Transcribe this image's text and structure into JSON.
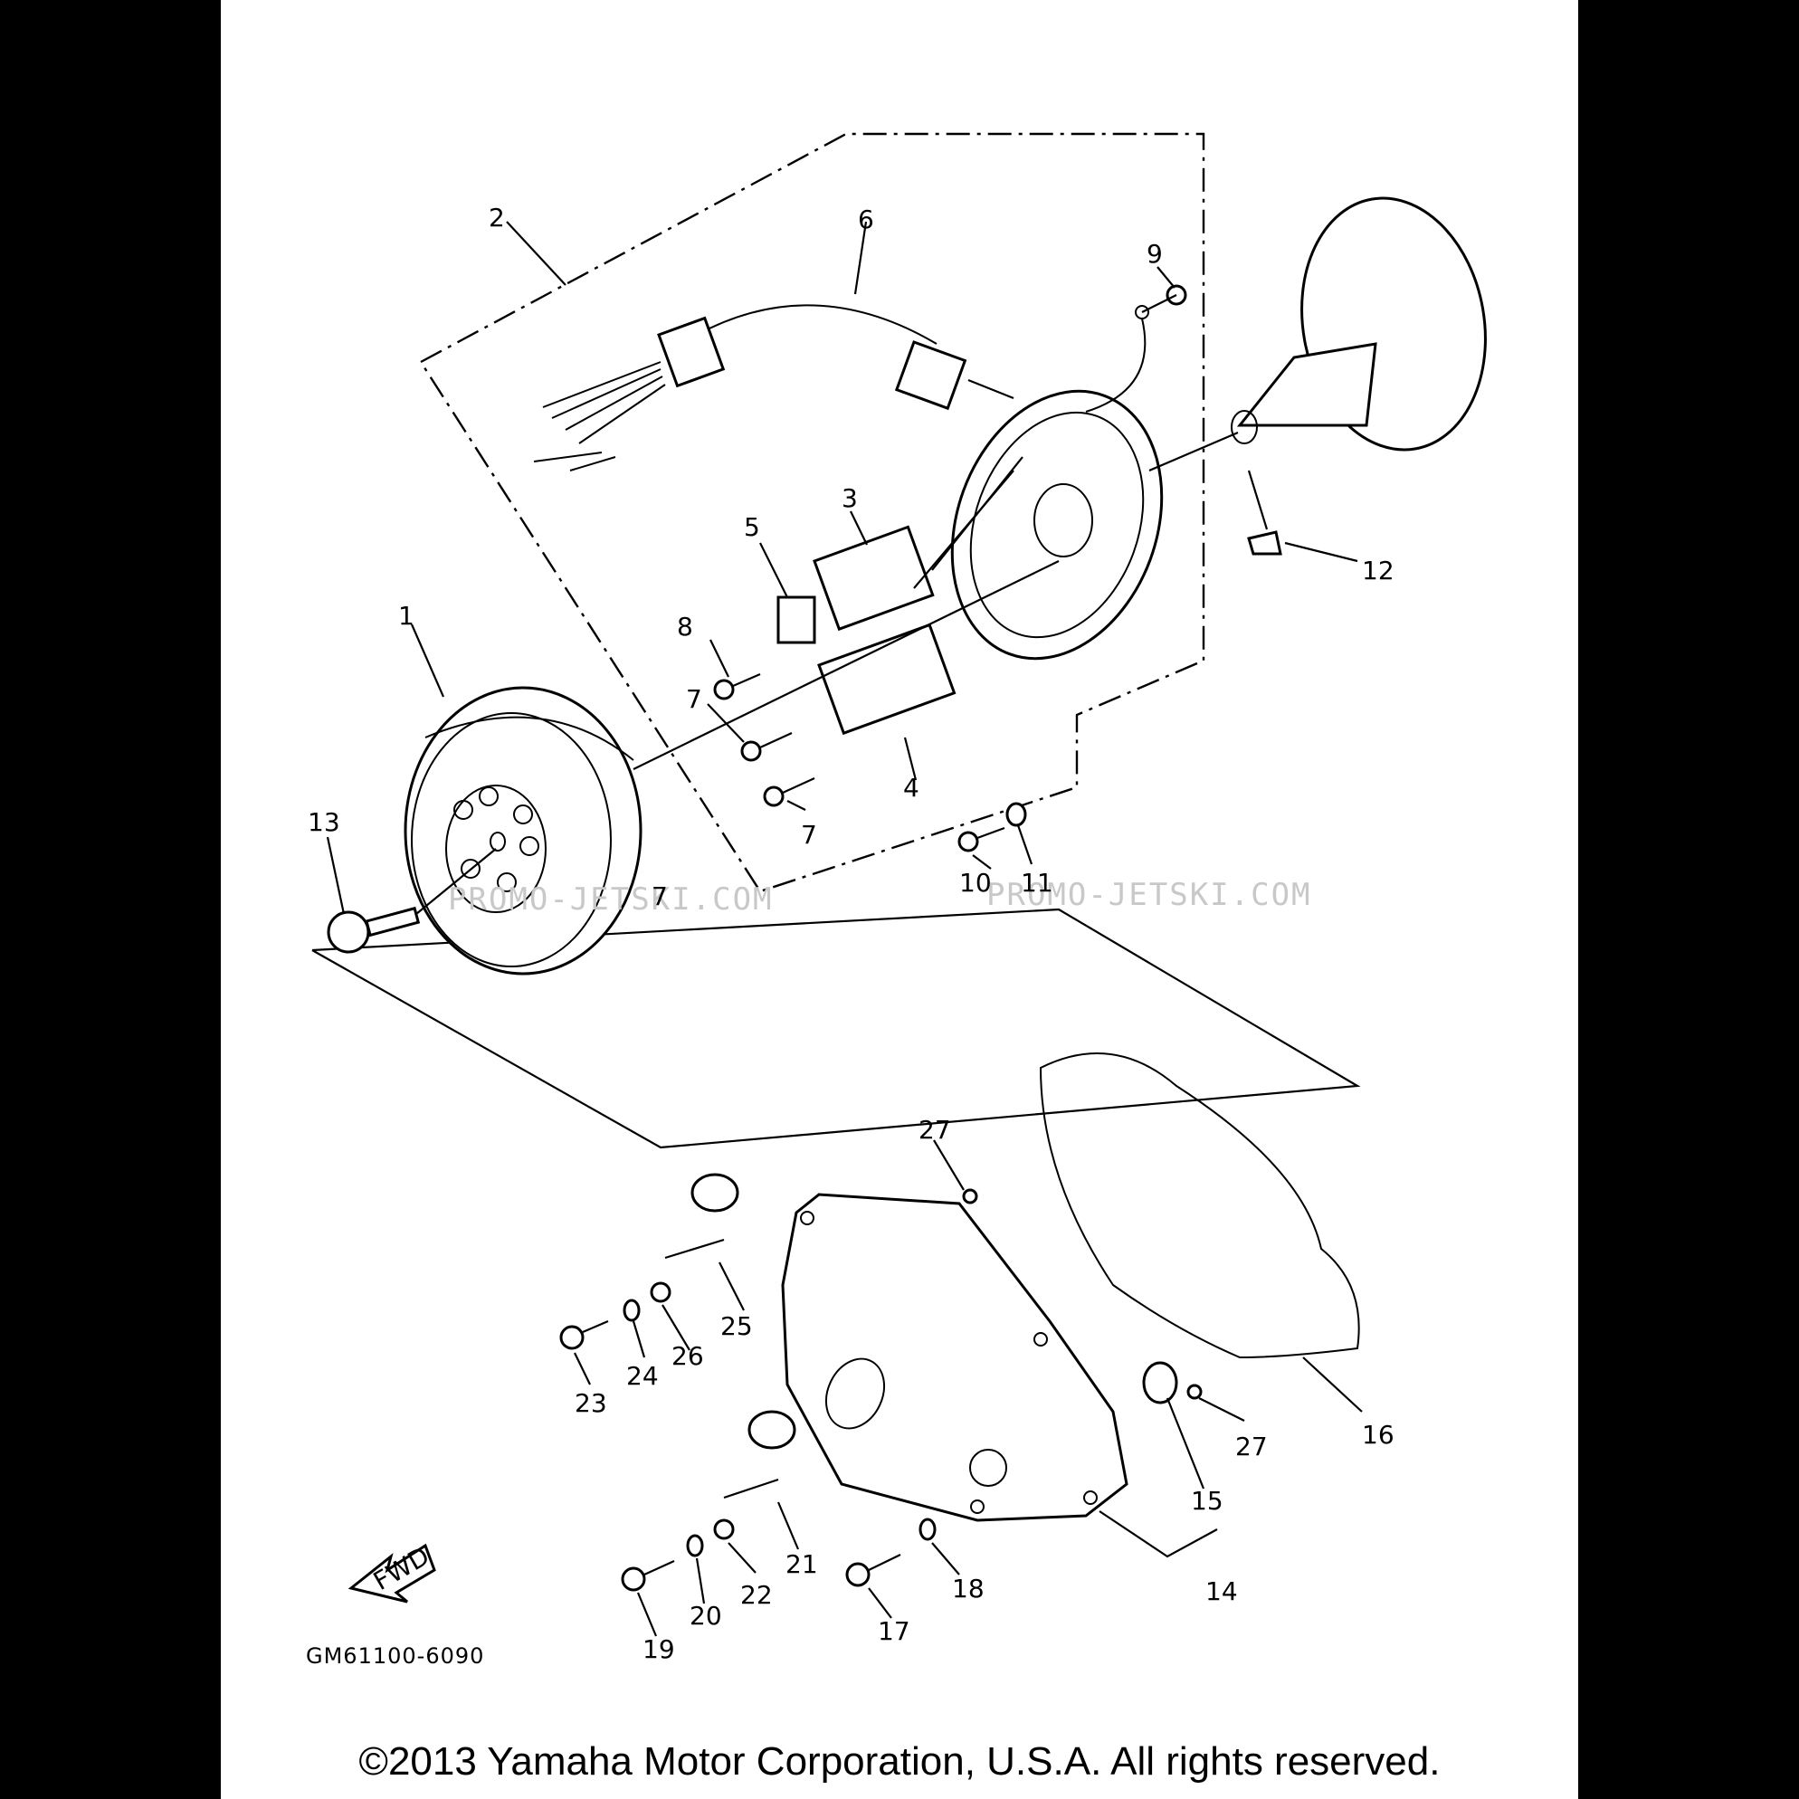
{
  "diagram_code": "GM61100-6090",
  "fwd_label": "FWD",
  "copyright": "©2013 Yamaha Motor Corporation, U.S.A. All rights reserved.",
  "watermark": "PROMO-JETSKI.COM",
  "callouts": [
    "1",
    "2",
    "3",
    "4",
    "5",
    "6",
    "7",
    "7",
    "7",
    "8",
    "9",
    "10",
    "11",
    "12",
    "13",
    "14",
    "15",
    "16",
    "17",
    "18",
    "19",
    "20",
    "21",
    "22",
    "23",
    "24",
    "25",
    "26",
    "27",
    "27"
  ]
}
